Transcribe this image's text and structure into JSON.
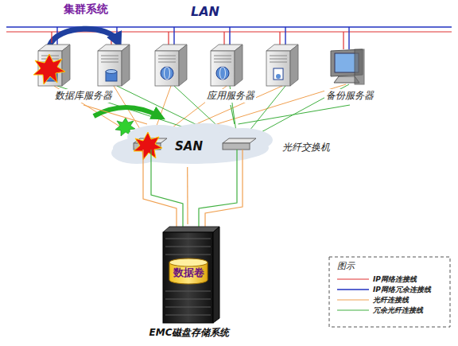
{
  "diagram": {
    "nodes": [
      {
        "text": [
          "LAN"
        ]
      },
      {
        "text": [
          "数据库服务器"
        ]
      },
      {
        "text": [
          "应用服务器"
        ]
      },
      {
        "text": [
          "备份服务器"
        ]
      },
      {
        "text": [
          "SAN",
          "光纤交换机"
        ]
      },
      {
        "text": [
          "EMC磁盘存储系统"
        ]
      },
      {
        "text": [
          "数据卷"
        ],
        "in": 5
      }
    ],
    "edges": [
      {
        "from": 0,
        "to": 1,
        "arrow": "none"
      },
      {
        "from": 0,
        "to": 2,
        "arrow": "none"
      },
      {
        "from": 0,
        "to": 3,
        "arrow": "none"
      },
      {
        "from": 1,
        "to": 4,
        "arrow": "none"
      },
      {
        "from": 2,
        "to": 4,
        "arrow": "none"
      },
      {
        "from": 3,
        "to": 4,
        "arrow": "none"
      },
      {
        "from": 4,
        "to": 5,
        "arrow": "none"
      }
    ],
    "labels": [
      "集群系统",
      "图示"
    ],
    "legend": [
      {
        "text": "IP网络连接线"
      },
      {
        "text": "IP网络冗余连接线"
      },
      {
        "text": "光纤连接线"
      },
      {
        "text": "冗余光纤连接线"
      }
    ]
  }
}
